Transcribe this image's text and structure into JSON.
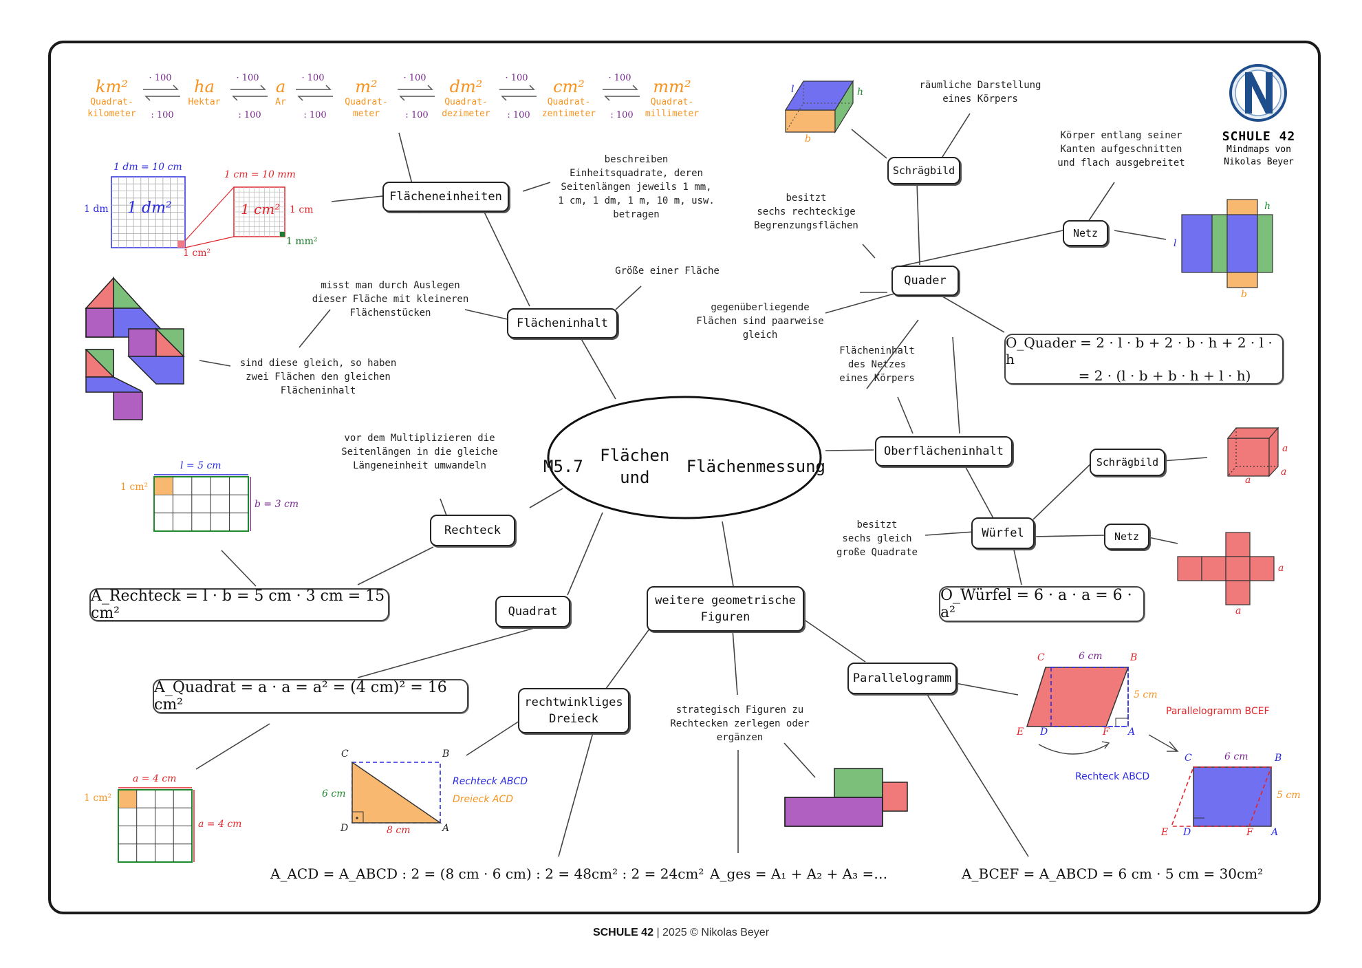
{
  "center": {
    "line1": "M5.7",
    "line2": "Flächen und",
    "line3": "Flächenmessung"
  },
  "logo": {
    "title": "SCHULE 42",
    "subtitle": "Mindmaps von\nNikolas Beyer",
    "icon": "shield-n-icon"
  },
  "footer": {
    "brand": "SCHULE 42",
    "sep": "|",
    "copy": "2025 © Nikolas Beyer"
  },
  "units": [
    {
      "sym": "km²",
      "name": "Quadrat-\nkilometer"
    },
    {
      "sym": "ha",
      "name": "Hektar"
    },
    {
      "sym": "a",
      "name": "Ar"
    },
    {
      "sym": "m²",
      "name": "Quadrat-\nmeter"
    },
    {
      "sym": "dm²",
      "name": "Quadrat-\ndezimeter"
    },
    {
      "sym": "cm²",
      "name": "Quadrat-\nzentimeter"
    },
    {
      "sym": "mm²",
      "name": "Quadrat-\nmillimeter"
    }
  ],
  "conv": {
    "mul": "· 100",
    "div": ": 100"
  },
  "nodes": {
    "flaecheneinheiten": "Flächeneinheiten",
    "flaecheninhalt": "Flächeninhalt",
    "rechteck": "Rechteck",
    "quadrat": "Quadrat",
    "rw_dreieck": "rechtwinkliges\nDreieck",
    "weitere": "weitere geometrische\nFiguren",
    "parallelogramm": "Parallelogramm",
    "quader": "Quader",
    "schraegbild": "Schrägbild",
    "netz": "Netz",
    "oberflaecheninhalt": "Oberflächeninhalt",
    "wuerfel": "Würfel",
    "schraegbild2": "Schrägbild",
    "netz2": "Netz"
  },
  "texts": {
    "einheitsquadrate": "beschreiben\nEinheitsquadrate, deren\nSeitenlängen jeweils 1 mm,\n1 cm, 1 dm, 1 m, 10 m, usw.\nbetragen",
    "groesse": "Größe einer Fläche",
    "auslegen": "misst man durch Auslegen\ndieser Fläche mit kleineren\nFlächenstücken",
    "gleich": "sind diese gleich, so haben\nzwei Flächen den gleichen\nFlächeninhalt",
    "multiplizieren": "vor dem Multiplizieren die\nSeitenlängen in die gleiche\nLängeneinheit umwandeln",
    "strategisch": "strategisch Figuren zu\nRechtecken zerlegen oder\nergänzen",
    "raeumlich": "räumliche Darstellung\neines Körpers",
    "koerper_netz": "Körper entlang seiner\nKanten aufgeschnitten\nund flach ausgebreitet",
    "sechs_rechteckige": "besitzt\nsechs rechteckige\nBegrenzungsflächen",
    "gegenueber": "gegenüberliegende\nFlächen sind paarweise\ngleich",
    "netz_flaeche": "Flächeninhalt\ndes Netzes\neines Körpers",
    "sechs_quadrate": "besitzt\nsechs gleich\ngroße Quadrate"
  },
  "labels": {
    "dm_top": "1 dm = 10 cm",
    "dm_side": "1 dm",
    "dm_center": "1 dm²",
    "cm_top": "1 cm = 10 mm",
    "cm_center": "1 cm²",
    "cm_side": "1 cm",
    "cm_small": "1 cm²",
    "mm_small": "1 mm²",
    "rect_l": "l = 5 cm",
    "rect_b": "b = 3 cm",
    "rect_unit": "1 cm²",
    "sq_a_top": "a = 4 cm",
    "sq_a_side": "a = 4 cm",
    "sq_unit": "1 cm²",
    "tri_C": "C",
    "tri_B": "B",
    "tri_D": "D",
    "tri_A": "A",
    "tri_6": "6 cm",
    "tri_8": "8 cm",
    "tri_rechteck": "Rechteck ABCD",
    "tri_dreieck": "Dreieck ACD",
    "par_C": "C",
    "par_B": "B",
    "par_E": "E",
    "par_D": "D",
    "par_F": "F",
    "par_A": "A",
    "par_6": "6 cm",
    "par_5": "5 cm",
    "par_name": "Parallelogramm BCEF",
    "par_rect": "Rechteck ABCD",
    "par2_C": "C",
    "par2_B": "B",
    "par2_E": "E",
    "par2_D": "D",
    "par2_F": "F",
    "par2_A": "A",
    "par2_6": "6 cm",
    "par2_5": "5 cm",
    "quader_l": "l",
    "quader_h": "h",
    "quader_b": "b",
    "netz_l": "l",
    "netz_h": "h",
    "netz_b": "b",
    "wuerfel_a1": "a",
    "wuerfel_a2": "a",
    "wuerfel_a3": "a",
    "wnetz_a1": "a",
    "wnetz_a2": "a"
  },
  "formulas": {
    "rechteck": "A_Rechteck = l · b = 5 cm · 3 cm = 15 cm²",
    "quadrat": "A_Quadrat = a · a = a² = (4 cm)² = 16 cm²",
    "dreieck": "A_ACD = A_ABCD : 2 = (8 cm · 6 cm) : 2 = 48cm² : 2 = 24cm²",
    "weitere": "A_ges = A₁ + A₂ + A₃ =…",
    "parallelogramm": "A_BCEF = A_ABCD = 6 cm · 5 cm = 30cm²",
    "quader1": "O_Quader = 2 · l · b + 2 · b · h + 2 · l · h",
    "quader2": "= 2 · (l · b + b · h + l · h)",
    "wuerfel": "O_Würfel = 6 · a · a = 6 · a²"
  },
  "colors": {
    "orange": "#f7931e",
    "purple": "#7a2a90",
    "blue": "#2a2ae0",
    "green": "#1d8a2e",
    "red": "#e0262b"
  }
}
